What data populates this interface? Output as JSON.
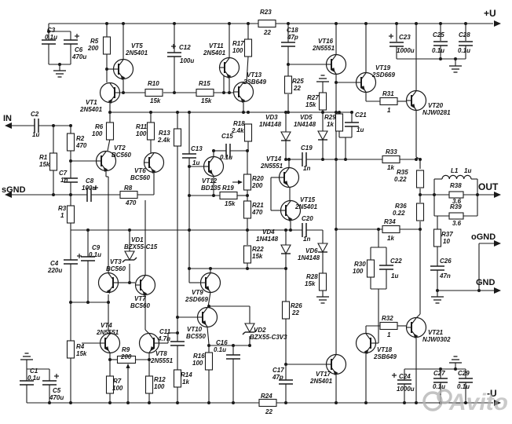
{
  "schematic": {
    "title": "audio power amplifier schematic",
    "ports": [
      {
        "id": "in",
        "label": "IN"
      },
      {
        "id": "sgnd",
        "label": "sGND"
      },
      {
        "id": "out",
        "label": "OUT"
      },
      {
        "id": "ognd",
        "label": "oGND"
      },
      {
        "id": "gnd",
        "label": "GND"
      },
      {
        "id": "vplus",
        "label": "+U"
      },
      {
        "id": "vminus",
        "label": "-U"
      }
    ],
    "components": [
      {
        "ref": "R1",
        "value": "15k"
      },
      {
        "ref": "R2",
        "value": "470"
      },
      {
        "ref": "R3",
        "value": "1"
      },
      {
        "ref": "R4",
        "value": "15k"
      },
      {
        "ref": "R5",
        "value": "200"
      },
      {
        "ref": "R6",
        "value": "100"
      },
      {
        "ref": "R7",
        "value": "100"
      },
      {
        "ref": "R8",
        "value": "470"
      },
      {
        "ref": "R9",
        "value": "200"
      },
      {
        "ref": "R10",
        "value": "15k"
      },
      {
        "ref": "R11",
        "value": "100"
      },
      {
        "ref": "R12",
        "value": "100"
      },
      {
        "ref": "R13",
        "value": "2.4k"
      },
      {
        "ref": "R14",
        "value": "1k"
      },
      {
        "ref": "R15",
        "value": "15k"
      },
      {
        "ref": "R16",
        "value": "100"
      },
      {
        "ref": "R17",
        "value": "100"
      },
      {
        "ref": "R18",
        "value": "2.4k"
      },
      {
        "ref": "R19",
        "value": "15k"
      },
      {
        "ref": "R20",
        "value": "200"
      },
      {
        "ref": "R21",
        "value": "470"
      },
      {
        "ref": "R22",
        "value": "15k"
      },
      {
        "ref": "R23",
        "value": "22"
      },
      {
        "ref": "R24",
        "value": "22"
      },
      {
        "ref": "R25",
        "value": "22"
      },
      {
        "ref": "R26",
        "value": "22"
      },
      {
        "ref": "R27",
        "value": "15k"
      },
      {
        "ref": "R28",
        "value": "15k"
      },
      {
        "ref": "R29",
        "value": "1k"
      },
      {
        "ref": "R30",
        "value": "100"
      },
      {
        "ref": "R31",
        "value": "1"
      },
      {
        "ref": "R32",
        "value": "1"
      },
      {
        "ref": "R33",
        "value": "1k"
      },
      {
        "ref": "R34",
        "value": "1k"
      },
      {
        "ref": "R35",
        "value": "0.22"
      },
      {
        "ref": "R36",
        "value": "0.22"
      },
      {
        "ref": "R37",
        "value": "10"
      },
      {
        "ref": "R38",
        "value": "3.6"
      },
      {
        "ref": "R39",
        "value": "3.6"
      },
      {
        "ref": "C1",
        "value": "0.1u"
      },
      {
        "ref": "C2",
        "value": "1u"
      },
      {
        "ref": "C3",
        "value": "0.1u"
      },
      {
        "ref": "C4",
        "value": "220u"
      },
      {
        "ref": "C5",
        "value": "470u"
      },
      {
        "ref": "C6",
        "value": "470u"
      },
      {
        "ref": "C7",
        "value": "1n"
      },
      {
        "ref": "C8",
        "value": "100u"
      },
      {
        "ref": "C9",
        "value": "0.1u"
      },
      {
        "ref": "C11",
        "value": "4.7n"
      },
      {
        "ref": "C12",
        "value": "100u"
      },
      {
        "ref": "C13",
        "value": "1u"
      },
      {
        "ref": "C15",
        "value": "0.1u"
      },
      {
        "ref": "C16",
        "value": "0.1u"
      },
      {
        "ref": "C17",
        "value": "47p"
      },
      {
        "ref": "C18",
        "value": "47p"
      },
      {
        "ref": "C19",
        "value": "1n"
      },
      {
        "ref": "C20",
        "value": "1n"
      },
      {
        "ref": "C21",
        "value": "1u"
      },
      {
        "ref": "C22",
        "value": "1u"
      },
      {
        "ref": "C23",
        "value": "1000u"
      },
      {
        "ref": "C24",
        "value": "1000u"
      },
      {
        "ref": "C25",
        "value": "0.1u"
      },
      {
        "ref": "C26",
        "value": "47n"
      },
      {
        "ref": "C27",
        "value": "0.1u"
      },
      {
        "ref": "C28",
        "value": "0.1u"
      },
      {
        "ref": "C29",
        "value": "0.1u"
      },
      {
        "ref": "VD1",
        "value": "BZX55-C15"
      },
      {
        "ref": "VD2",
        "value": "BZX55-C3V3"
      },
      {
        "ref": "VD3",
        "value": "1N4148"
      },
      {
        "ref": "VD4",
        "value": "1N4148"
      },
      {
        "ref": "VD5",
        "value": "1N4148"
      },
      {
        "ref": "VD6",
        "value": "1N4148"
      },
      {
        "ref": "VT1",
        "value": "2N5401"
      },
      {
        "ref": "VT2",
        "value": "BC560"
      },
      {
        "ref": "VT3",
        "value": "BC560"
      },
      {
        "ref": "VT4",
        "value": "2N5551"
      },
      {
        "ref": "VT5",
        "value": "2N5401"
      },
      {
        "ref": "VT6",
        "value": "BC560"
      },
      {
        "ref": "VT7",
        "value": "BC560"
      },
      {
        "ref": "VT8",
        "value": "2N5551"
      },
      {
        "ref": "VT9",
        "value": "2SD669"
      },
      {
        "ref": "VT10",
        "value": "BC550"
      },
      {
        "ref": "VT11",
        "value": "2N5401"
      },
      {
        "ref": "VT12",
        "value": "BD135"
      },
      {
        "ref": "VT13",
        "value": "2SB649"
      },
      {
        "ref": "VT14",
        "value": "2N5551"
      },
      {
        "ref": "VT15",
        "value": "2N5401"
      },
      {
        "ref": "VT16",
        "value": "2N5551"
      },
      {
        "ref": "VT17",
        "value": "2N5401"
      },
      {
        "ref": "VT18",
        "value": "2SB649"
      },
      {
        "ref": "VT19",
        "value": "2SD669"
      },
      {
        "ref": "VT20",
        "value": "NJW0281"
      },
      {
        "ref": "VT21",
        "value": "NJW0302"
      },
      {
        "ref": "L1",
        "value": "1u"
      }
    ],
    "watermark": "Avito",
    "colors": {
      "wire": "#1a1a1a",
      "background": "#ffffff",
      "watermark": "#aeaeae"
    }
  }
}
